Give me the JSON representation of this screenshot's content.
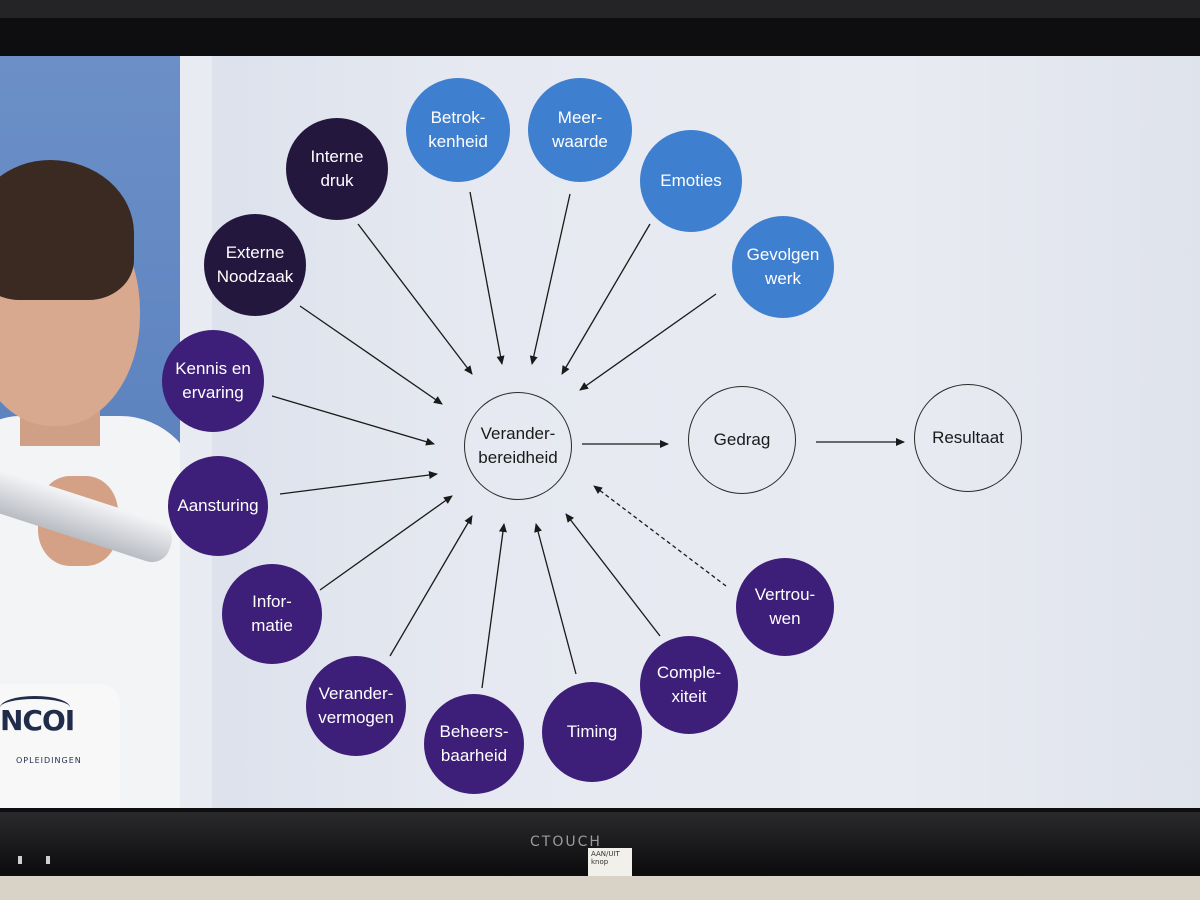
{
  "slide": {
    "center_node": "Verander-\nbereidheid",
    "flow_nodes": [
      {
        "id": "gedrag",
        "label": "Gedrag"
      },
      {
        "id": "resultaat",
        "label": "Resultaat"
      }
    ],
    "factor_nodes": [
      {
        "id": "interne-druk",
        "label": "Interne\ndruk",
        "color": "#24173e"
      },
      {
        "id": "externe-noodzaak",
        "label": "Externe\nNoodzaak",
        "color": "#24173e"
      },
      {
        "id": "betrokkenheid",
        "label": "Betrok-\nkenheid",
        "color": "#3f7fd0"
      },
      {
        "id": "meerwaarde",
        "label": "Meer-\nwaarde",
        "color": "#3f7fd0"
      },
      {
        "id": "emoties",
        "label": "Emoties",
        "color": "#3f7fd0"
      },
      {
        "id": "gevolgen-werk",
        "label": "Gevolgen\nwerk",
        "color": "#3f7fd0"
      },
      {
        "id": "kennis-ervaring",
        "label": "Kennis en\nervaring",
        "color": "#3d1e78"
      },
      {
        "id": "aansturing",
        "label": "Aansturing",
        "color": "#3d1e78"
      },
      {
        "id": "informatie",
        "label": "Infor-\nmatie",
        "color": "#3d1e78"
      },
      {
        "id": "verandervermogen",
        "label": "Verander-\nvermogen",
        "color": "#3d1e78"
      },
      {
        "id": "beheersbaarheid",
        "label": "Beheers-\nbaarheid",
        "color": "#3d1e78"
      },
      {
        "id": "timing",
        "label": "Timing",
        "color": "#3d1e78"
      },
      {
        "id": "complexiteit",
        "label": "Comple-\nxiteit",
        "color": "#3d1e78"
      },
      {
        "id": "vertrouwen",
        "label": "Vertrou-\nwen",
        "color": "#3d1e78"
      }
    ],
    "logo_text": "NCOI",
    "logo_subtext": "OPLEIDINGEN"
  },
  "device": {
    "brand": "CTOUCH",
    "sticker_text": "AAN/UIT\nknop"
  }
}
